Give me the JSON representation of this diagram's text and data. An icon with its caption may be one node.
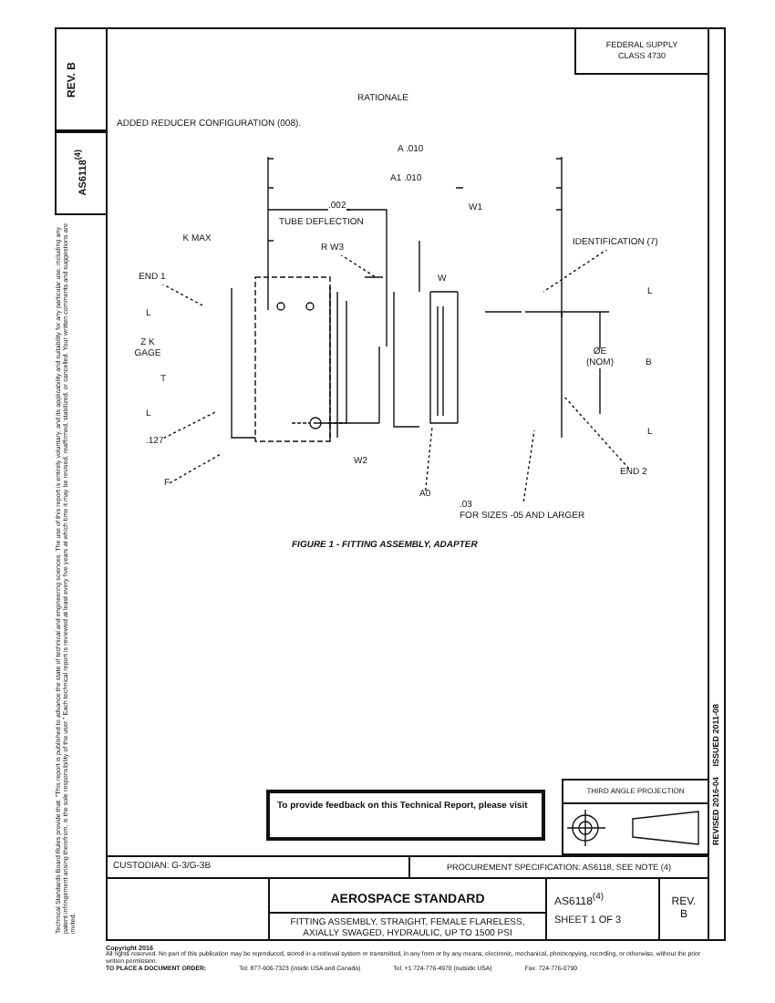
{
  "diagram": {
    "title": "AEROSPACE STANDARD",
    "nodes": [
      {
        "text": [
          "IDENTIFICATION (7)"
        ]
      },
      {
        "text": [
          "END 1"
        ]
      },
      {
        "text": [
          "END 2"
        ]
      },
      {
        "text": [
          "F"
        ]
      },
      {
        "text": [
          ".127"
        ]
      },
      {
        "text": [
          "R W3"
        ]
      },
      {
        "text": [
          "A0"
        ]
      },
      {
        "text": [
          ".03",
          "FOR SIZES -05 AND LARGER"
        ]
      }
    ],
    "edges": [
      {
        "from": 0,
        "to": null,
        "arrow": "none",
        "style": "dashed"
      },
      {
        "from": 1,
        "to": null,
        "arrow": "none",
        "style": "dashed"
      },
      {
        "from": 2,
        "to": null,
        "arrow": "none",
        "style": "dashed"
      },
      {
        "from": 3,
        "to": null,
        "arrow": "none",
        "style": "dashed"
      },
      {
        "from": 4,
        "to": null,
        "arrow": "none",
        "style": "dashed"
      },
      {
        "from": 5,
        "to": null,
        "arrow": "none",
        "style": "dashed"
      },
      {
        "from": 6,
        "to": null,
        "arrow": "none",
        "style": "dashed"
      },
      {
        "from": 7,
        "to": null,
        "arrow": "none",
        "style": "dashed"
      }
    ],
    "labels": [
      "FEDERAL SUPPLY CLASS 4730",
      "RATIONALE",
      "ADDED REDUCER CONFIGURATION (008).",
      "A .010",
      "A1 .010",
      ".002",
      "TUBE DEFLECTION",
      "W1",
      "K MAX",
      "W",
      "L",
      "Z K GAGE",
      "T",
      "L",
      "L",
      "ØE (NOM)",
      "B",
      "L",
      "W2",
      "FIGURE 1 - FITTING ASSEMBLY, ADAPTER",
      "REV. B",
      "AS6118$^{(4)}$",
      "Technical Standards Board Rules provide that: \"This report is published to advance the state of technical and engineering sciences. The use of this report is entirely voluntary, and its applicability and suitability for any particular use, including any patent infringement arising therefrom, is the sole responsibility of the user.\" Each technical report is reviewed at least every five years at which time it may be revised, reaffirmed, stabilized, or cancelled. Your written comments and suggestions are invited.",
      "To provide feedback on this Technical Report, please visit",
      "THIRD ANGLE PROJECTION",
      "ISSUED 2011-08",
      "REVISED 2016-04",
      "CUSTODIAN: G-3/G-3B",
      "PROCUREMENT SPECIFICATION: AS6118, SEE NOTE (4)",
      "FITTING ASSEMBLY, STRAIGHT, FEMALE FLARELESS, AXIALLY SWAGED, HYDRAULIC, UP TO 1500 PSI",
      "AS6118$^{(4)}$",
      "SHEET 1 OF 3",
      "REV. B",
      "Copyright 2016",
      "All rights reserved. No part of this publication may be reproduced, stored in a retrieval system or transmitted, in any form or by any means, electronic, mechanical, photocopying, recording, or otherwise, without the prior written permission.",
      "TO PLACE A DOCUMENT ORDER:",
      "Tel: 877-606-7323 (inside USA and Canada)",
      "Tel: +1 724-776-4970 (outside USA)",
      "Fax: 724-776-0790"
    ]
  }
}
